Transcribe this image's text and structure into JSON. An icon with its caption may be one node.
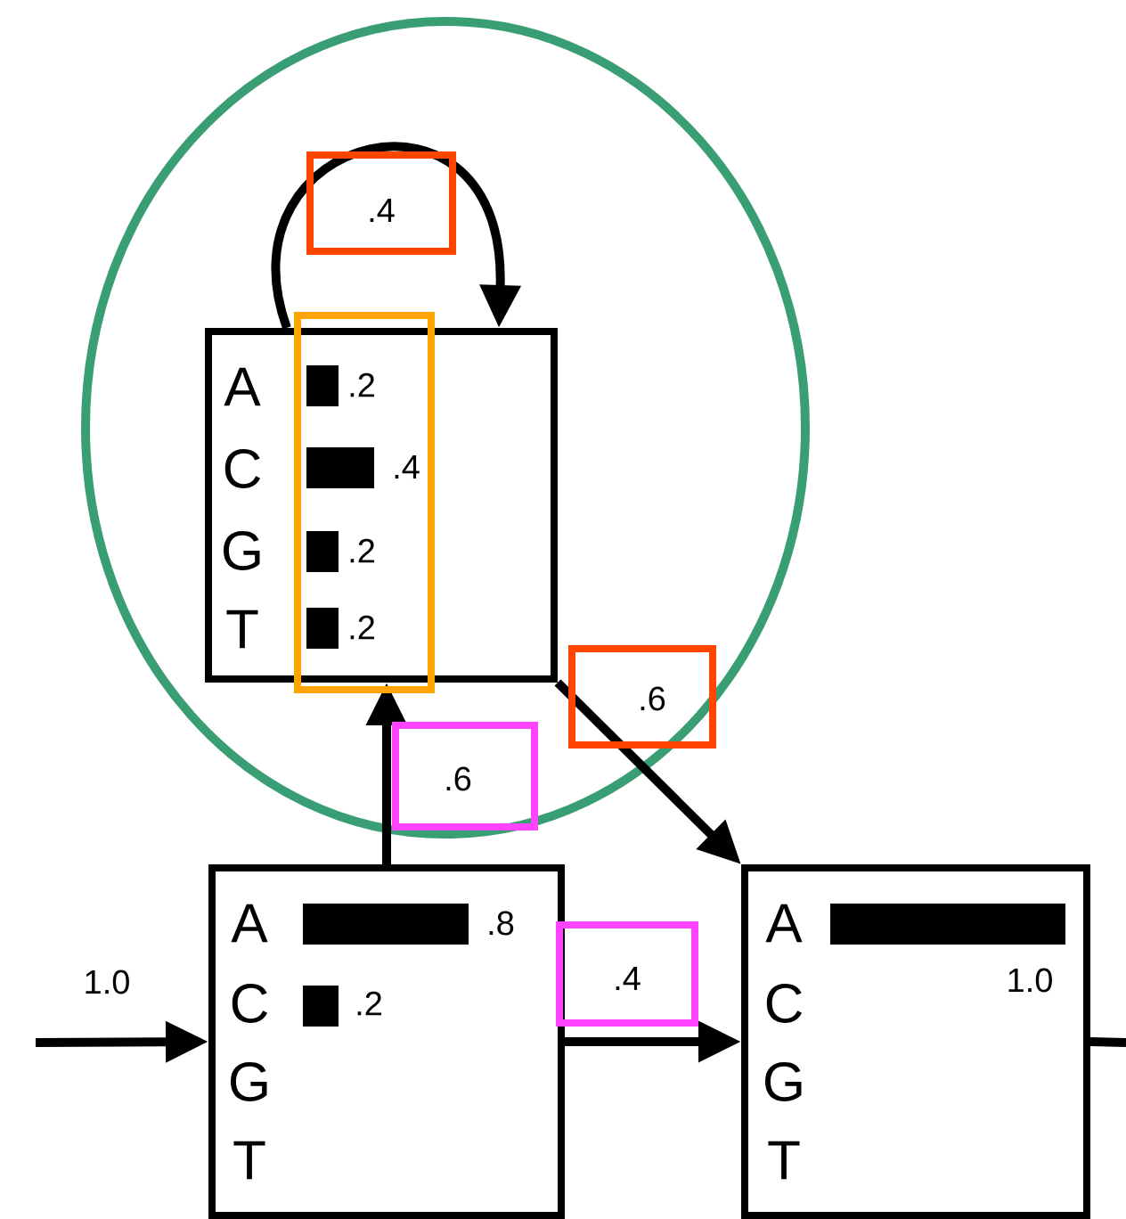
{
  "diagram": {
    "nodes": [
      {
        "text": [],
        "shape": "circle"
      },
      {
        "text": [
          "A",
          ".2",
          "C",
          ".4",
          "G",
          ".2",
          "T",
          ".2"
        ],
        "in": 0
      },
      {
        "text": [
          "A",
          ".8",
          "C",
          ".2",
          "G",
          "T"
        ]
      },
      {
        "text": [
          "A",
          "1.0",
          "C",
          "G",
          "T"
        ]
      }
    ],
    "edges": [
      {
        "from": null,
        "to": 2,
        "arrow": "to",
        "label": "1.0"
      },
      {
        "from": 2,
        "to": 1,
        "arrow": "to",
        "label": ".6"
      },
      {
        "from": 2,
        "to": 3,
        "arrow": "to",
        "label": ".4"
      },
      {
        "from": 1,
        "to": 1,
        "arrow": "to",
        "label": ".4"
      },
      {
        "from": 1,
        "to": 3,
        "arrow": "to",
        "label": ".6"
      },
      {
        "from": 3,
        "to": null,
        "arrow": "none"
      }
    ]
  }
}
